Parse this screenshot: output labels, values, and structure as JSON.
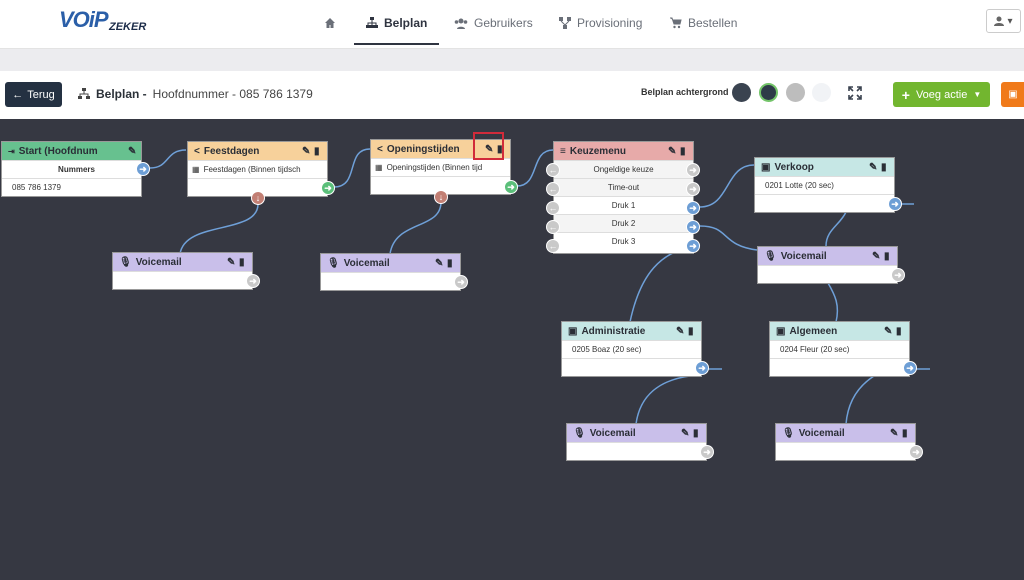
{
  "logo": {
    "main": "VOiP",
    "sub": "ZEKER"
  },
  "nav": {
    "home": "",
    "belplan": "Belplan",
    "gebruikers": "Gebruikers",
    "provisioning": "Provisioning",
    "bestellen": "Bestellen"
  },
  "toolbar": {
    "back": "Terug",
    "crumb_title": "Belplan -",
    "crumb_sub": "Hoofdnummer - 085 786 1379",
    "bg_label": "Belplan achtergrond",
    "add_action": "Voeg actie",
    "bg_colors": [
      "#3a4350",
      "#2e3a48",
      "#bdbdbd",
      "#f1f3f6"
    ]
  },
  "nodes": {
    "start": {
      "title": "Start (Hoofdnum",
      "rows": [
        "Nummers",
        "085 786 1379"
      ]
    },
    "feestdagen": {
      "title": "Feestdagen",
      "rows": [
        "Feestdagen (Binnen tijdsch"
      ]
    },
    "openingstijden": {
      "title": "Openingstijden",
      "rows": [
        "Openingstijden (Binnen tijd"
      ]
    },
    "keuzemenu": {
      "title": "Keuzemenu",
      "rows": [
        "Ongeldige keuze",
        "Time-out",
        "Druk 1",
        "Druk 2",
        "Druk 3"
      ]
    },
    "verkoop": {
      "title": "Verkoop",
      "rows": [
        "0201 Lotte (20 sec)"
      ]
    },
    "voicemail1": {
      "title": "Voicemail"
    },
    "voicemail2": {
      "title": "Voicemail"
    },
    "voicemail_verkoop": {
      "title": "Voicemail"
    },
    "administratie": {
      "title": "Administratie",
      "rows": [
        "0205 Boaz (20 sec)"
      ]
    },
    "algemeen": {
      "title": "Algemeen",
      "rows": [
        "0204 Fleur (20 sec)"
      ]
    },
    "voicemail_admin": {
      "title": "Voicemail"
    },
    "voicemail_alg": {
      "title": "Voicemail"
    }
  }
}
